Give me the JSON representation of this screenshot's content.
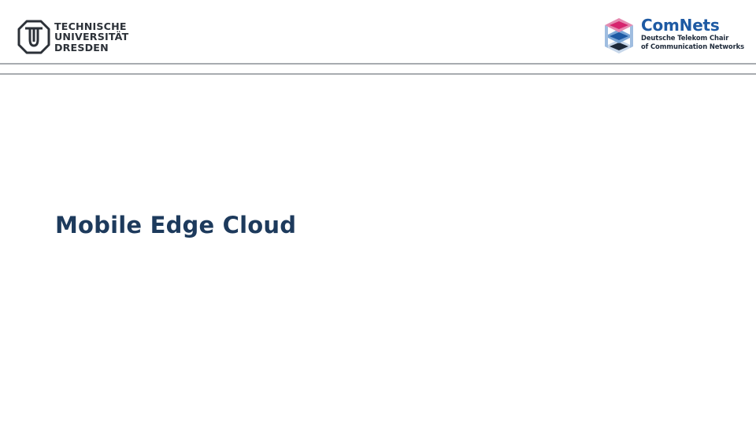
{
  "header": {
    "university_logo": {
      "icon": "tu-dresden-emblem-icon",
      "lines": [
        "TECHNISCHE",
        "UNIVERSITÄT",
        "DRESDEN"
      ]
    },
    "chair_logo": {
      "icon": "comnets-cube-icon",
      "name": "ComNets",
      "subtitle_lines": [
        "Deutsche Telekom Chair",
        "of Communication Networks"
      ]
    }
  },
  "slide": {
    "title": "Mobile Edge Cloud"
  },
  "colors": {
    "title": "#1d3a5c",
    "comnets_blue": "#1e5aa3",
    "comnets_magenta": "#d6246e",
    "rule": "#a8acb0",
    "logo_dark": "#2c3138"
  }
}
